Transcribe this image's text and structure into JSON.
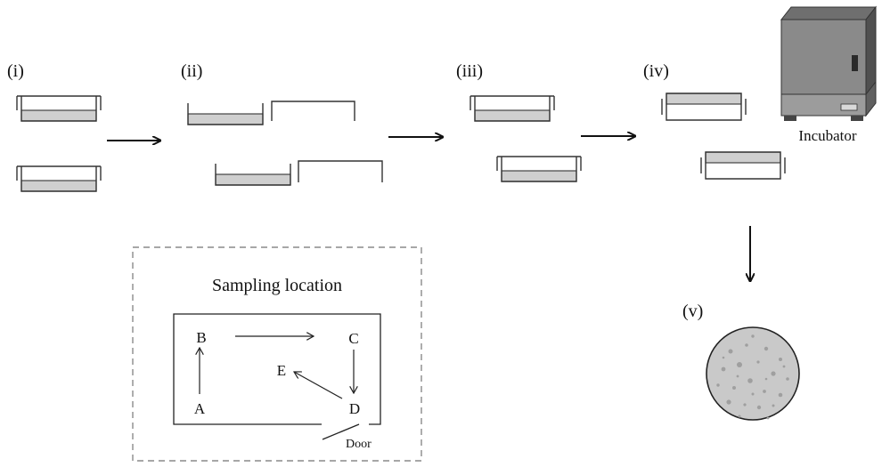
{
  "steps": {
    "step1": "(i)",
    "step2": "(ii)",
    "step3": "(iii)",
    "step4": "(iv)",
    "step5": "(v)"
  },
  "incubator": {
    "label": "Incubator"
  },
  "sampling": {
    "title": "Sampling location",
    "points": [
      "A",
      "B",
      "C",
      "D",
      "E"
    ],
    "door_label": "Door"
  }
}
